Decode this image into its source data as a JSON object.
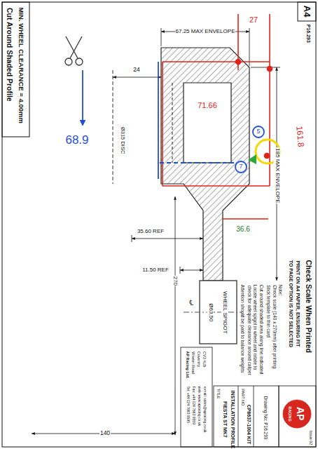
{
  "diagram": {
    "labels": [
      "A4",
      "P16.293",
      "Cut Around Shaded Profile",
      "MIN. WHEEL CLEARANCE = 4.00mm",
      "67.25 MAX ENVELOPE",
      "27",
      "24",
      "68.9",
      "71.66",
      "161.8",
      "Ø315 DISC",
      "5",
      "7",
      "185 MAX ENVELOPE",
      "36.6",
      "35.60 REF",
      "11.50 REF",
      "270",
      "Ø63.50",
      "WHEEL SPIGOT",
      "℄",
      "Check Scale When Printed",
      "PRINT ON A4 PAPER, ENSURING FIT",
      "TO PAGE OPTION IS NOT SELECTED",
      "Note:",
      "Check scale (140 x 270mm) after printing",
      "Stick template to thin card",
      "Cut around shaded area along line indicated",
      "Locate wheel spigot in wheel and rotate to",
      "check for adequate clearance around caliper",
      "Attention should be paid to balance weights",
      "AP Racing Ltd.",
      "Wheler Road",
      "Coventry",
      "CV3 4LB",
      "Tel: +44 024 7663 9595",
      "Fax: +44 024 7663 9559",
      "web: www.apracing.co.uk",
      "e-mail: sales@apracing.co.uk",
      "TITLE",
      "FIESTA ST MK7",
      "INSTALLATION PROFILE",
      "PART NO.",
      "CP8637-1004 KIT",
      "Drawing No: P16.293",
      "Issue 02",
      "AP",
      "RACING",
      "140"
    ]
  }
}
